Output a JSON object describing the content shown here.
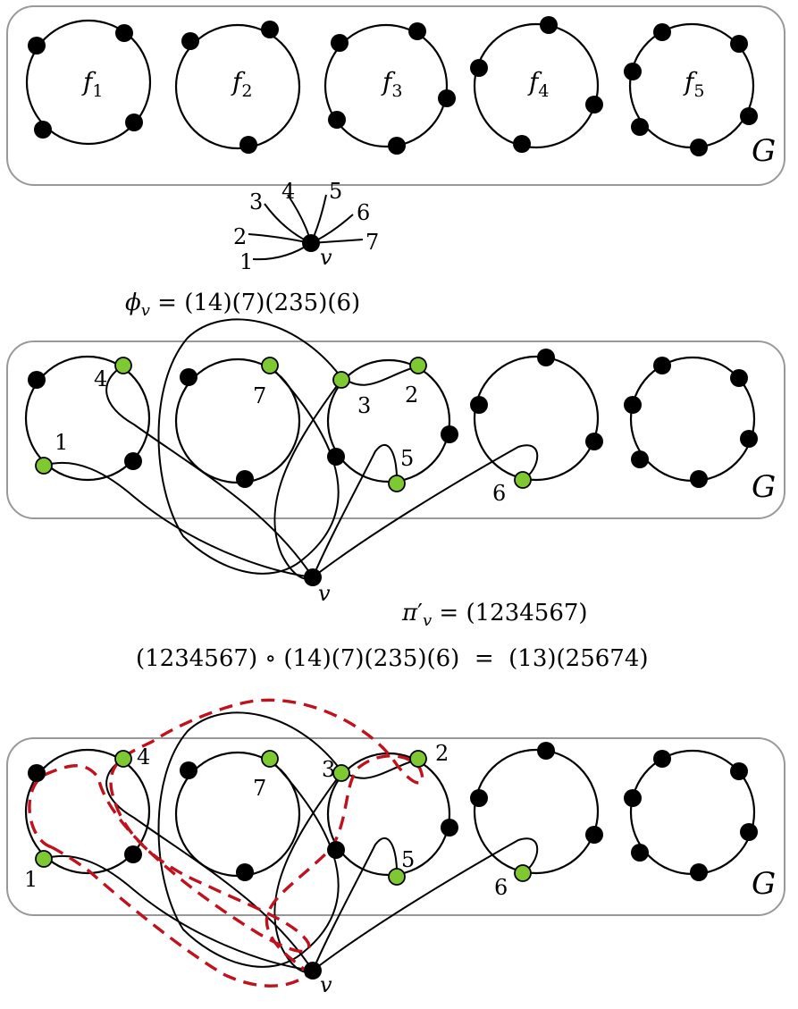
{
  "panel1": {
    "faces": [
      {
        "name": "f",
        "sub": "1"
      },
      {
        "name": "f",
        "sub": "2"
      },
      {
        "name": "f",
        "sub": "3"
      },
      {
        "name": "f",
        "sub": "4"
      },
      {
        "name": "f",
        "sub": "5"
      }
    ],
    "graph_label": "G"
  },
  "rotation": {
    "vertex_label": "v",
    "labels": [
      "1",
      "2",
      "3",
      "4",
      "5",
      "6",
      "7"
    ]
  },
  "phi_label": "ϕ",
  "phi_sub": "v",
  "phi_rhs": " = (14)(7)(235)(6)",
  "panel2": {
    "graph_label": "G",
    "vertex_label": "v",
    "labels": [
      "1",
      "2",
      "3",
      "4",
      "5",
      "6",
      "7"
    ]
  },
  "pi_label": "π",
  "pi_prime": "′",
  "pi_sub": "v",
  "pi_rhs": " = (1234567)",
  "composition": "(1234567) ∘ (14)(7)(235)(6)  =  (13)(25674)",
  "panel3": {
    "graph_label": "G",
    "vertex_label": "v",
    "labels": [
      "1",
      "2",
      "3",
      "4",
      "5",
      "6",
      "7"
    ]
  },
  "colors": {
    "frame": "#999999",
    "green_vertex": "#7ec832",
    "red_path": "#c0121d"
  }
}
